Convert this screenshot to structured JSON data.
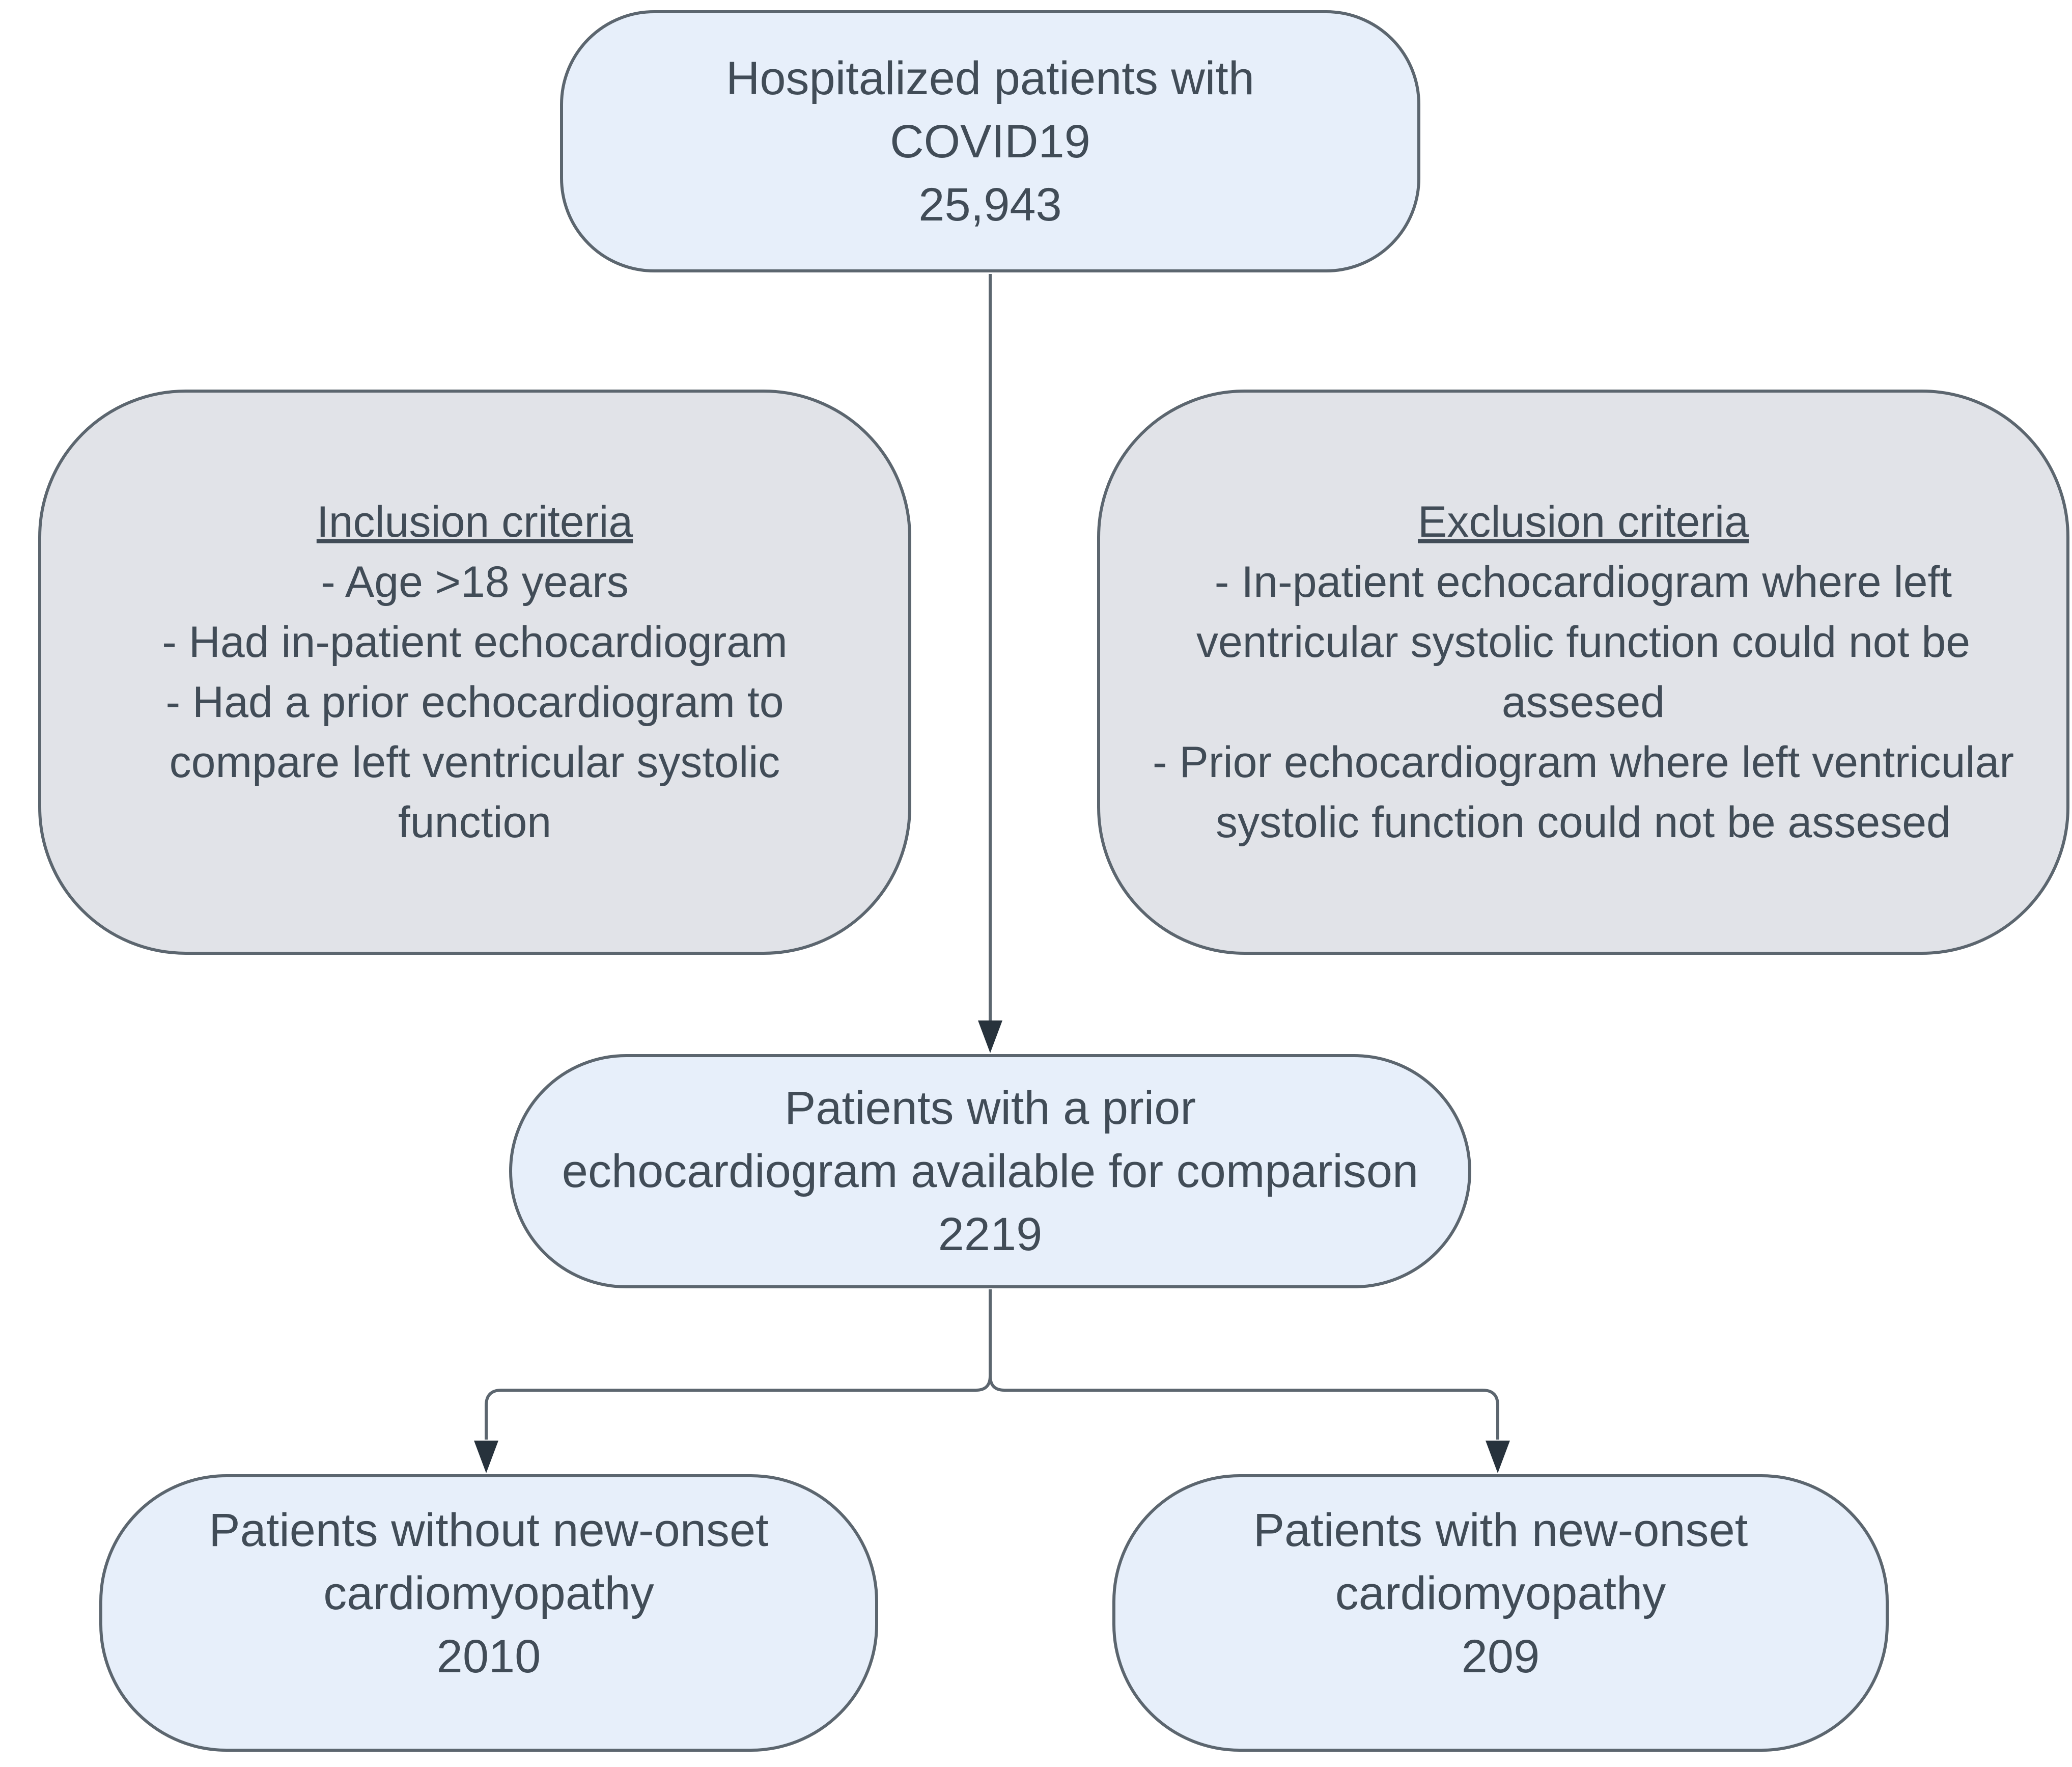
{
  "diagram": {
    "type": "flowchart",
    "colors": {
      "node_fill_blue": "#e7effa",
      "node_fill_gray": "#e1e3e8",
      "node_border": "#5c666f",
      "connector_line": "#5c666f",
      "arrowhead": "#27323c",
      "text": "#414c57",
      "background": "#ffffff"
    },
    "nodes": {
      "top": {
        "count": "25,943",
        "lines": [
          "Hospitalized patients with",
          "COVID19",
          "25,943"
        ]
      },
      "inclusion": {
        "title": "Inclusion criteria",
        "lines": [
          "- Age >18 years",
          "- Had in-patient echocardiogram",
          "- Had a prior echocardiogram to",
          "compare left ventricular systolic",
          "function"
        ]
      },
      "exclusion": {
        "title": "Exclusion criteria",
        "lines": [
          "- In-patient echocardiogram where left",
          "ventricular systolic function could not be",
          "assesed",
          "- Prior echocardiogram where left ventricular",
          "systolic function could not be assesed"
        ]
      },
      "middle": {
        "count": "2219",
        "lines": [
          "Patients with a prior",
          "echocardiogram available for comparison",
          "2219"
        ]
      },
      "bottom_left": {
        "count": "2010",
        "lines": [
          "Patients without new-onset",
          "cardiomyopathy",
          "2010"
        ]
      },
      "bottom_right": {
        "count": "209",
        "lines": [
          "Patients with new-onset",
          "cardiomyopathy",
          "209"
        ]
      }
    }
  }
}
